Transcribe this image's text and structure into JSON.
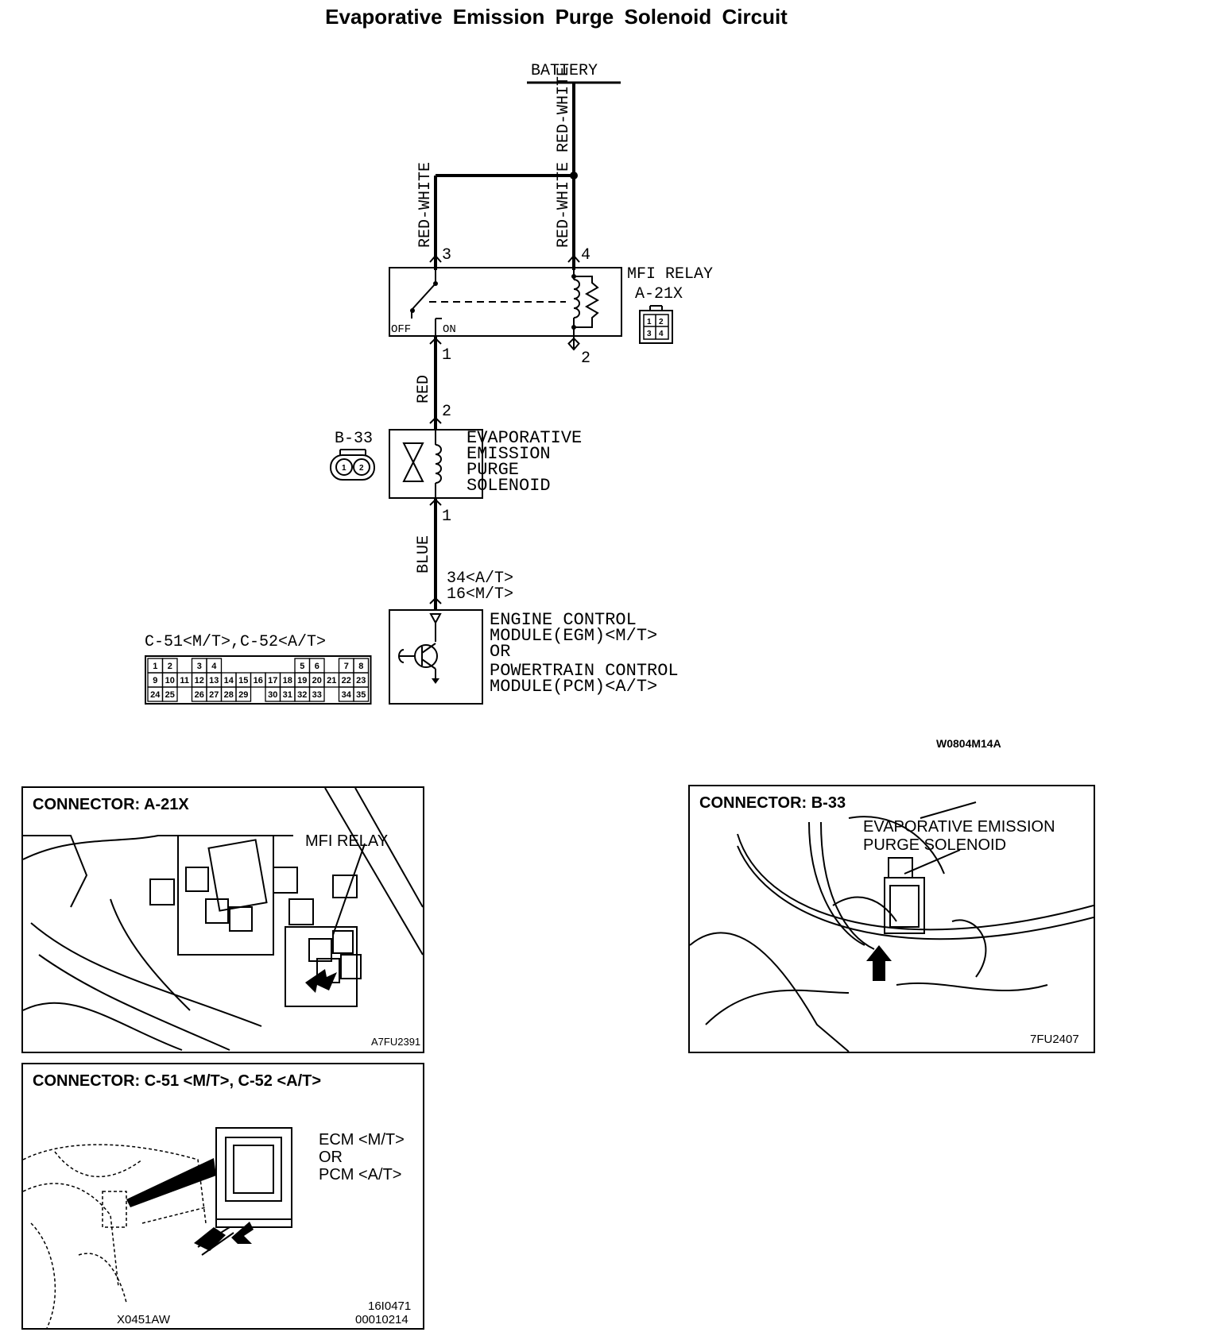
{
  "title": "Evaporative Emission Purge Solenoid Circuit",
  "schematic": {
    "battery": "BATTERY",
    "wires": {
      "battery_feed": "RED-WHITE",
      "relay_pin3": "RED-WHITE",
      "relay_pin4": "RED-WHITE",
      "relay_to_solenoid": "RED",
      "solenoid_to_module": "BLUE"
    },
    "relay": {
      "name": "MFI RELAY",
      "connector": "A-21X",
      "pin3": "3",
      "pin4": "4",
      "pin1": "1",
      "pin2": "2",
      "off": "OFF",
      "on": "ON",
      "connector_pins": [
        "1",
        "2",
        "3",
        "4"
      ]
    },
    "solenoid": {
      "name": [
        "EVAPORATIVE",
        "EMISSION",
        "PURGE",
        "SOLENOID"
      ],
      "connector": "B-33",
      "pin2": "2",
      "pin1": "1",
      "connector_pins": [
        "1",
        "2"
      ]
    },
    "module": {
      "pin_at": "34<A/T>",
      "pin_mt": "16<M/T>",
      "name": [
        "ENGINE CONTROL",
        "MODULE(EGM)<M/T>",
        "OR",
        "POWERTRAIN CONTROL",
        "MODULE(PCM)<A/T>"
      ],
      "connector": "C-51<M/T>,C-52<A/T>",
      "connector_rows": [
        [
          "1",
          "2",
          "3",
          "4",
          "5",
          "6",
          "7",
          "8"
        ],
        [
          "9",
          "10",
          "11",
          "12",
          "13",
          "14",
          "15",
          "16",
          "17",
          "18",
          "19",
          "20",
          "21",
          "22",
          "23"
        ],
        [
          "24",
          "25",
          "26",
          "27",
          "28",
          "29",
          "30",
          "31",
          "32",
          "33",
          "34",
          "35"
        ]
      ]
    },
    "ref_code": "W0804M14A"
  },
  "panels": {
    "a21x": {
      "title": "CONNECTOR: A-21X",
      "label": "MFI RELAY",
      "code": "A7FU2391"
    },
    "b33": {
      "title": "CONNECTOR: B-33",
      "label_1": "EVAPORATIVE EMISSION",
      "label_2": "PURGE SOLENOID",
      "code": "7FU2407"
    },
    "c51": {
      "title": "CONNECTOR: C-51 <M/T>, C-52 <A/T>",
      "label_1": "ECM <M/T>",
      "label_2": "OR",
      "label_3": "PCM <A/T>",
      "code_left": "X0451AW",
      "code_right_1": "16I0471",
      "code_right_2": "00010214"
    }
  }
}
